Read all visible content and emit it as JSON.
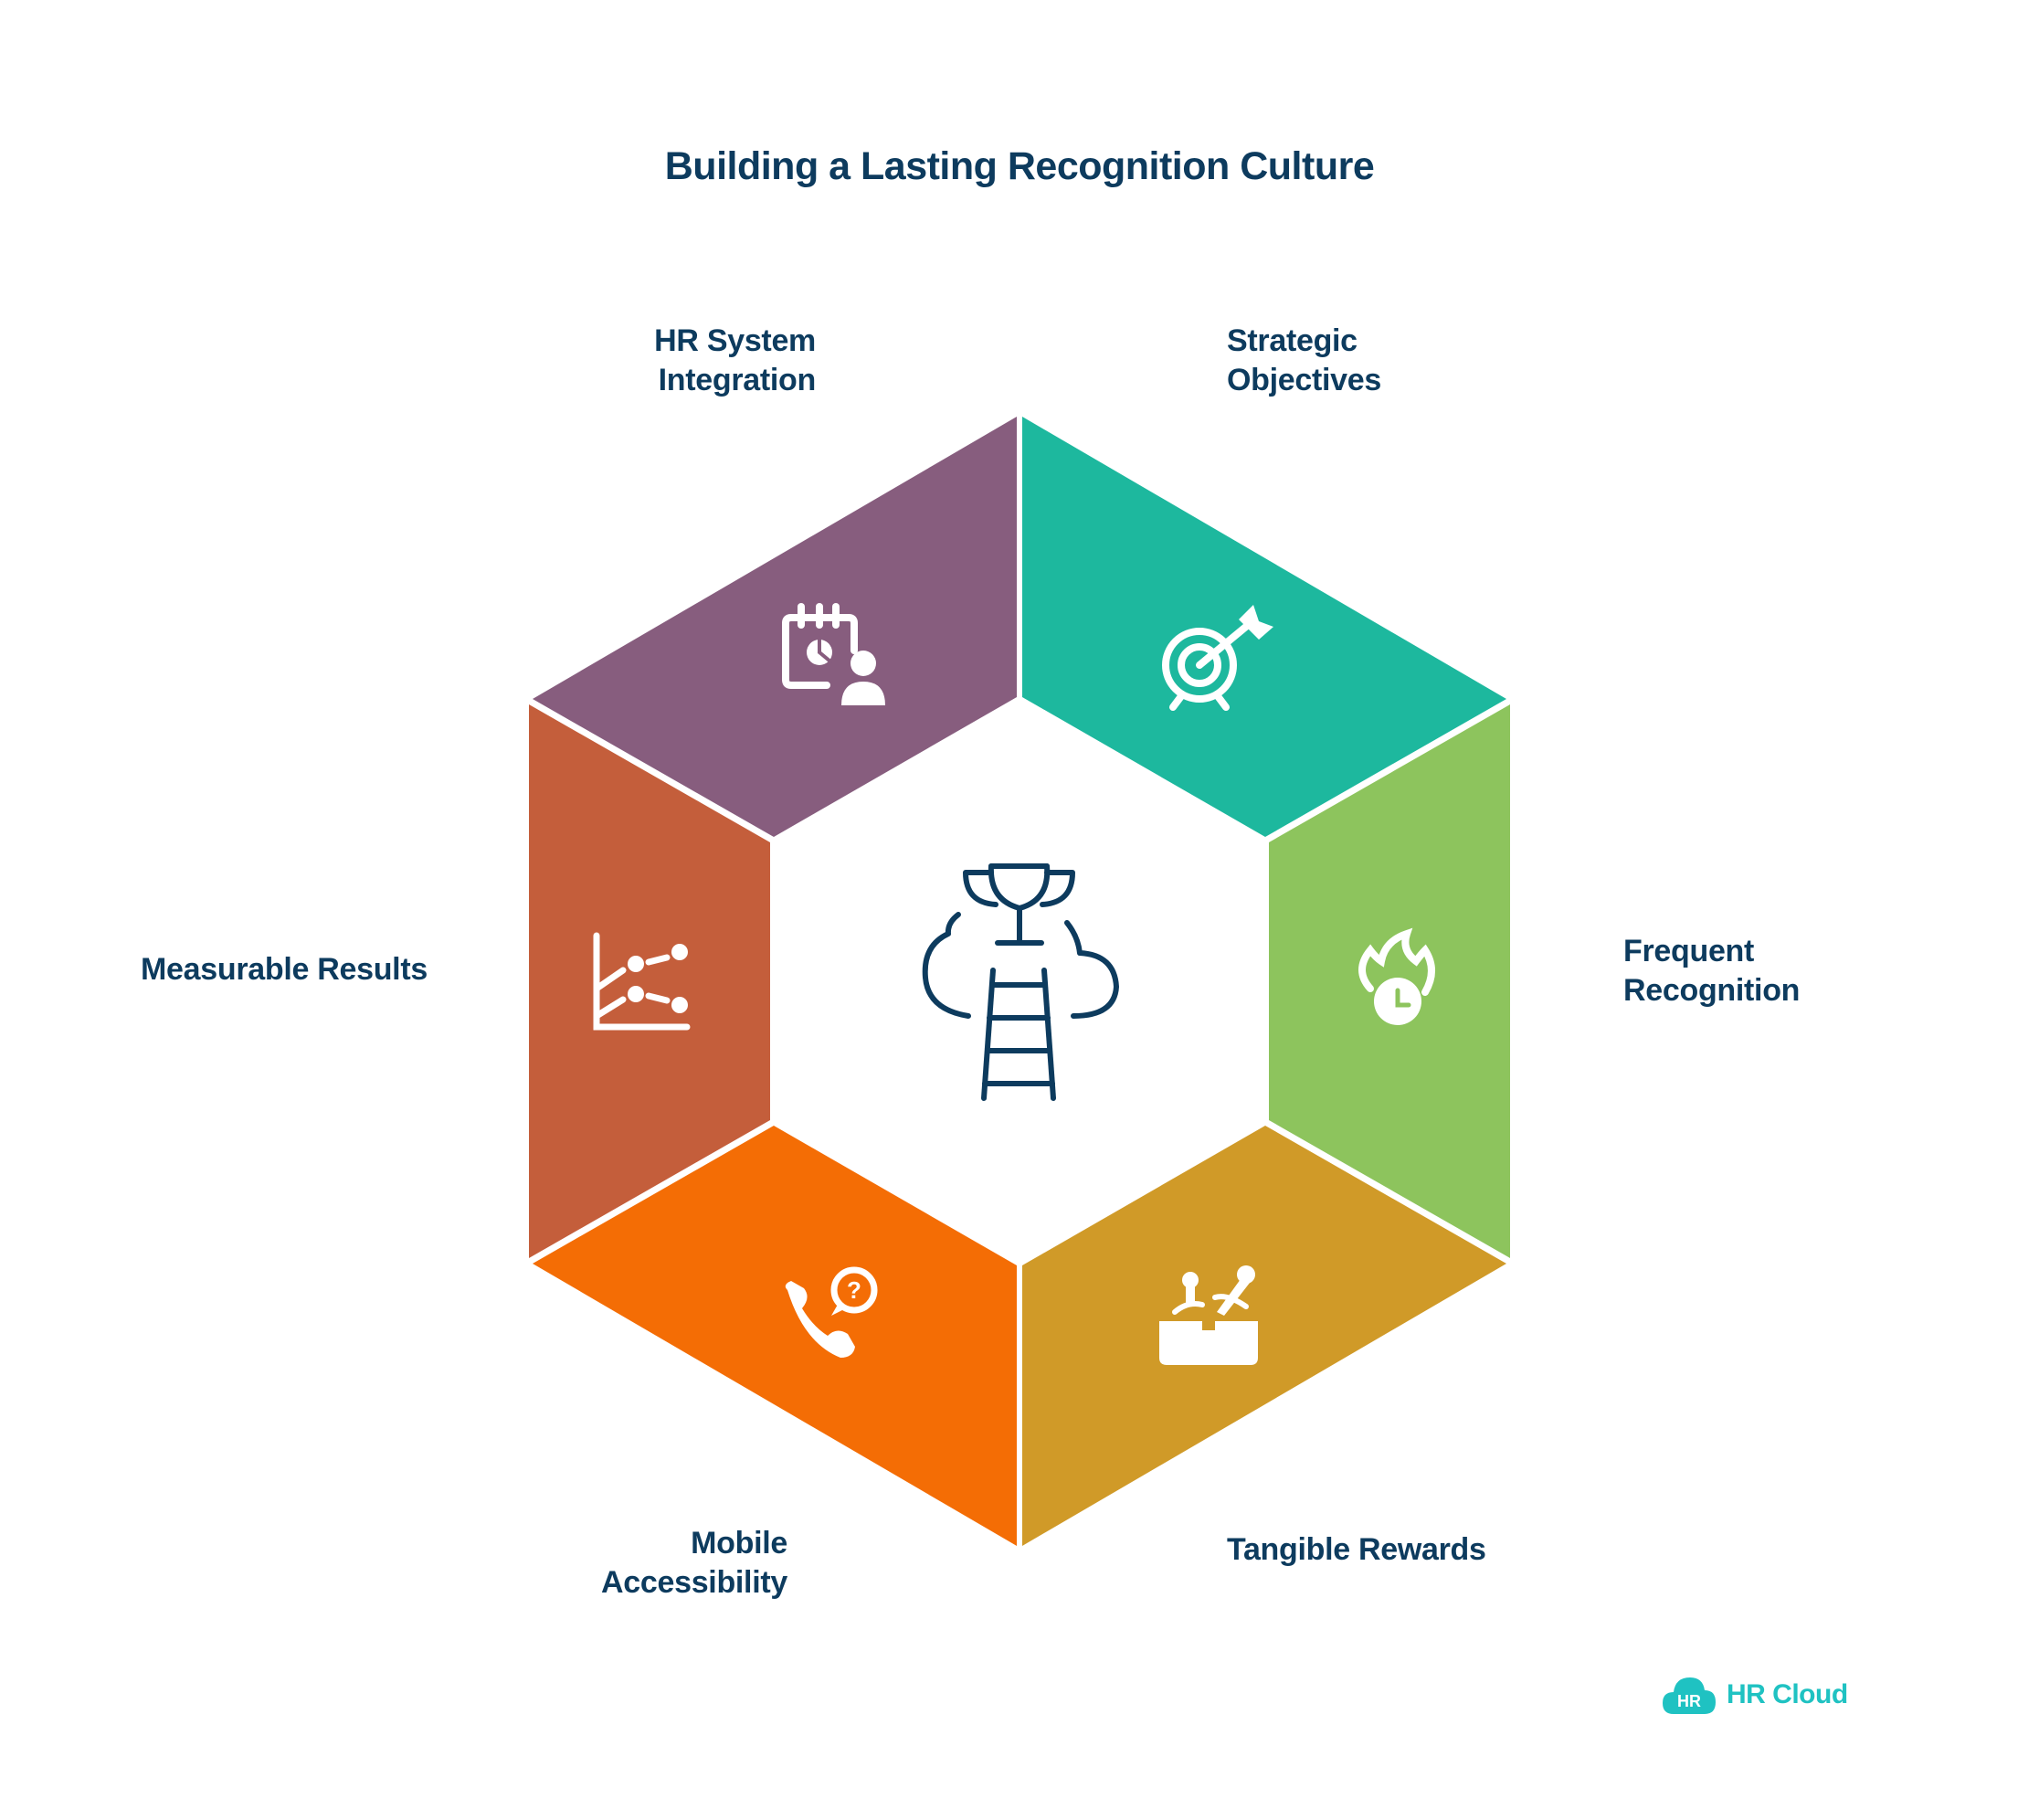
{
  "title": "Building a Lasting Recognition Culture",
  "segments": [
    {
      "label_line1": "HR System",
      "label_line2": "Integration",
      "color": "#875d7e",
      "icon": "calendar-report-user-icon"
    },
    {
      "label_line1": "Strategic",
      "label_line2": "Objectives",
      "color": "#1db89e",
      "icon": "target-arrow-icon"
    },
    {
      "label_line1": "Frequent",
      "label_line2": "Recognition",
      "color": "#8dc45d",
      "icon": "fire-clock-icon"
    },
    {
      "label_line1": "Tangible Rewards",
      "label_line2": "",
      "color": "#d09a28",
      "icon": "treasure-swords-icon"
    },
    {
      "label_line1": "Mobile",
      "label_line2": "Accessibility",
      "color": "#f46d05",
      "icon": "phone-question-icon"
    },
    {
      "label_line1": "Measurable Results",
      "label_line2": "",
      "color": "#c45e3b",
      "icon": "line-chart-icon"
    }
  ],
  "center": {
    "icon": "trophy-ladder-cloud-icon",
    "color": "#0d3b5e"
  },
  "logo": {
    "badge": "HR",
    "text": "HR Cloud",
    "color": "#1fc2c2"
  }
}
